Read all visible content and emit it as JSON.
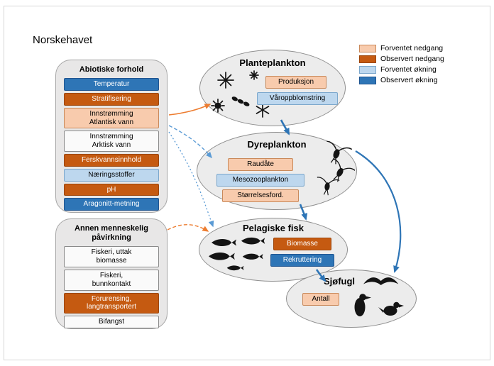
{
  "title": "Norskehavet",
  "legend": {
    "items": [
      {
        "label": "Forventet nedgang",
        "status": "forventet_nedgang"
      },
      {
        "label": "Observert nedgang",
        "status": "observert_nedgang"
      },
      {
        "label": "Forventet økning",
        "status": "forventet_okning"
      },
      {
        "label": "Observert økning",
        "status": "observert_okning"
      }
    ]
  },
  "status_colors": {
    "forventet_nedgang": {
      "bg": "#F8CBAD",
      "border": "#C9895A",
      "text": "#000000"
    },
    "observert_nedgang": {
      "bg": "#C55A11",
      "border": "#9C4509",
      "text": "#FFFFFF"
    },
    "forventet_okning": {
      "bg": "#BDD7EE",
      "border": "#7BA7CC",
      "text": "#000000"
    },
    "observert_okning": {
      "bg": "#2E75B6",
      "border": "#1F5591",
      "text": "#FFFFFF"
    },
    "none": {
      "bg": "#FAFAFA",
      "border": "#8A8A8A",
      "text": "#000000"
    }
  },
  "panels": [
    {
      "title": "Abiotiske forhold",
      "items": [
        {
          "label": "Temperatur",
          "status": "observert_okning"
        },
        {
          "label": "Stratifisering",
          "status": "observert_nedgang"
        },
        {
          "label": "Innstrømming\nAtlantisk vann",
          "status": "forventet_nedgang"
        },
        {
          "label": "Innstrømming\nArktisk vann",
          "status": "none"
        },
        {
          "label": "Ferskvannsinnhold",
          "status": "observert_nedgang"
        },
        {
          "label": "Næringsstoffer",
          "status": "forventet_okning"
        },
        {
          "label": "pH",
          "status": "observert_nedgang"
        },
        {
          "label": "Aragonitt-metning",
          "status": "observert_okning"
        }
      ]
    },
    {
      "title": "Annen menneskelig påvirkning",
      "items": [
        {
          "label": "Fiskeri, uttak\nbiomasse",
          "status": "none"
        },
        {
          "label": "Fiskeri,\nbunnkontakt",
          "status": "none"
        },
        {
          "label": "Forurensing,\nlangtransportert",
          "status": "observert_nedgang"
        },
        {
          "label": "Bifangst",
          "status": "none"
        }
      ]
    }
  ],
  "nodes": [
    {
      "title": "Planteplankton",
      "icon": "phytoplankton-icon",
      "items": [
        {
          "label": "Produksjon",
          "status": "forventet_nedgang"
        },
        {
          "label": "Våroppblomstring",
          "status": "forventet_okning"
        }
      ]
    },
    {
      "title": "Dyreplankton",
      "icon": "zooplankton-icon",
      "items": [
        {
          "label": "Raudåte",
          "status": "forventet_nedgang"
        },
        {
          "label": "Mesozooplankton",
          "status": "forventet_okning"
        },
        {
          "label": "Størrelsesford.",
          "status": "forventet_nedgang"
        }
      ]
    },
    {
      "title": "Pelagiske fisk",
      "icon": "fish-icon",
      "items": [
        {
          "label": "Biomasse",
          "status": "observert_nedgang"
        },
        {
          "label": "Rekruttering",
          "status": "observert_okning"
        }
      ]
    },
    {
      "title": "Sjøfugl",
      "icon": "seabird-icon",
      "items": [
        {
          "label": "Antall",
          "status": "forventet_nedgang"
        }
      ]
    }
  ],
  "connections": [
    {
      "from": "Abiotiske forhold",
      "to": "Planteplankton",
      "style": "solid",
      "color": "#ED7D31"
    },
    {
      "from": "Abiotiske forhold",
      "to": "Dyreplankton",
      "style": "dashed",
      "color": "#5B9BD5"
    },
    {
      "from": "Abiotiske forhold",
      "to": "Pelagiske fisk",
      "style": "dotted",
      "color": "#5B9BD5"
    },
    {
      "from": "Annen menneskelig påvirkning",
      "to": "Pelagiske fisk",
      "style": "dashed",
      "color": "#ED7D31"
    },
    {
      "from": "Planteplankton",
      "to": "Dyreplankton",
      "style": "solid",
      "color": "#2E75B6"
    },
    {
      "from": "Dyreplankton",
      "to": "Pelagiske fisk",
      "style": "solid",
      "color": "#2E75B6"
    },
    {
      "from": "Pelagiske fisk",
      "to": "Sjøfugl",
      "style": "solid",
      "color": "#2E75B6"
    },
    {
      "from": "Dyreplankton",
      "to": "Sjøfugl",
      "style": "solid",
      "color": "#2E75B6"
    }
  ]
}
